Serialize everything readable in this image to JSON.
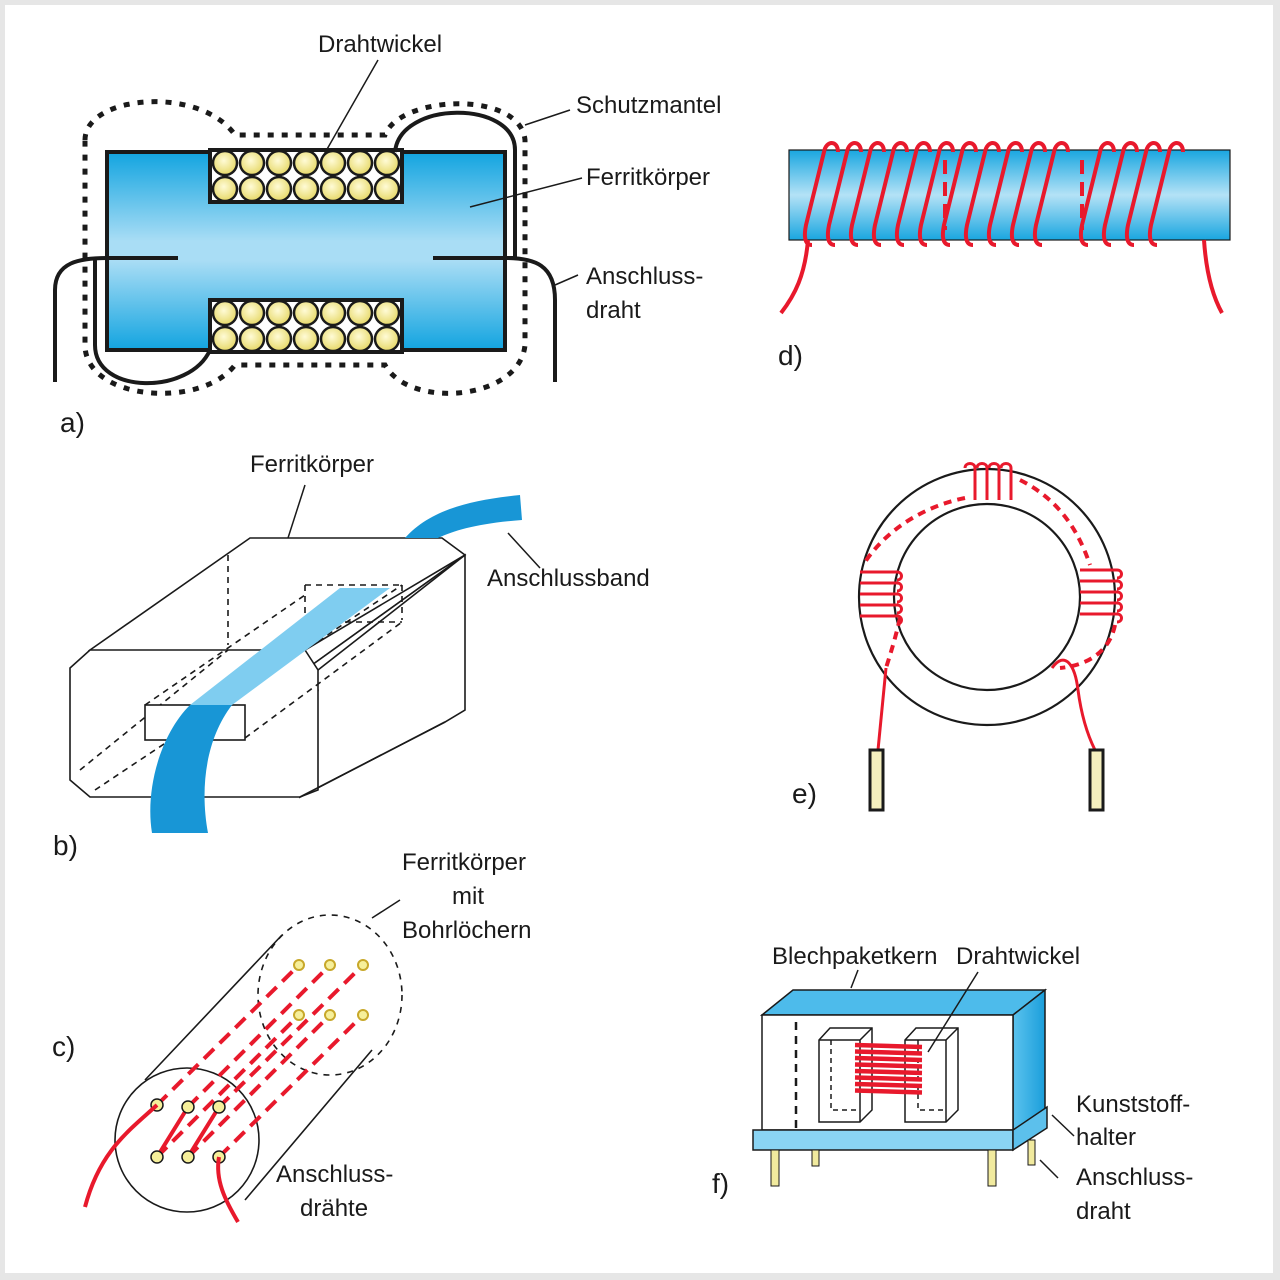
{
  "colors": {
    "ferrite_blue": "#1aa7e0",
    "ferrite_light": "#a8dcf4",
    "wire_red": "#e8192c",
    "wire_yellow": "#f6ef9a",
    "outline": "#1a1a1a"
  },
  "panels": {
    "a": {
      "label": "a)",
      "annotations": {
        "winding": "Drahtwickel",
        "coating": "Schutzmantel",
        "core": "Ferritkörper",
        "lead_line1": "Anschluss-",
        "lead_line2": "draht"
      }
    },
    "b": {
      "label": "b)",
      "annotations": {
        "core": "Ferritkörper",
        "strip": "Anschlussband"
      }
    },
    "c": {
      "label": "c)",
      "annotations": {
        "core_line1": "Ferritkörper",
        "core_line2": "mit",
        "core_line3": "Bohrlöchern",
        "leads_line1": "Anschluss-",
        "leads_line2": "drähte"
      }
    },
    "d": {
      "label": "d)"
    },
    "e": {
      "label": "e)"
    },
    "f": {
      "label": "f)",
      "annotations": {
        "core": "Blechpaketkern",
        "winding": "Drahtwickel",
        "holder_line1": "Kunststoff-",
        "holder_line2": "halter",
        "lead_line1": "Anschluss-",
        "lead_line2": "draht"
      }
    }
  }
}
